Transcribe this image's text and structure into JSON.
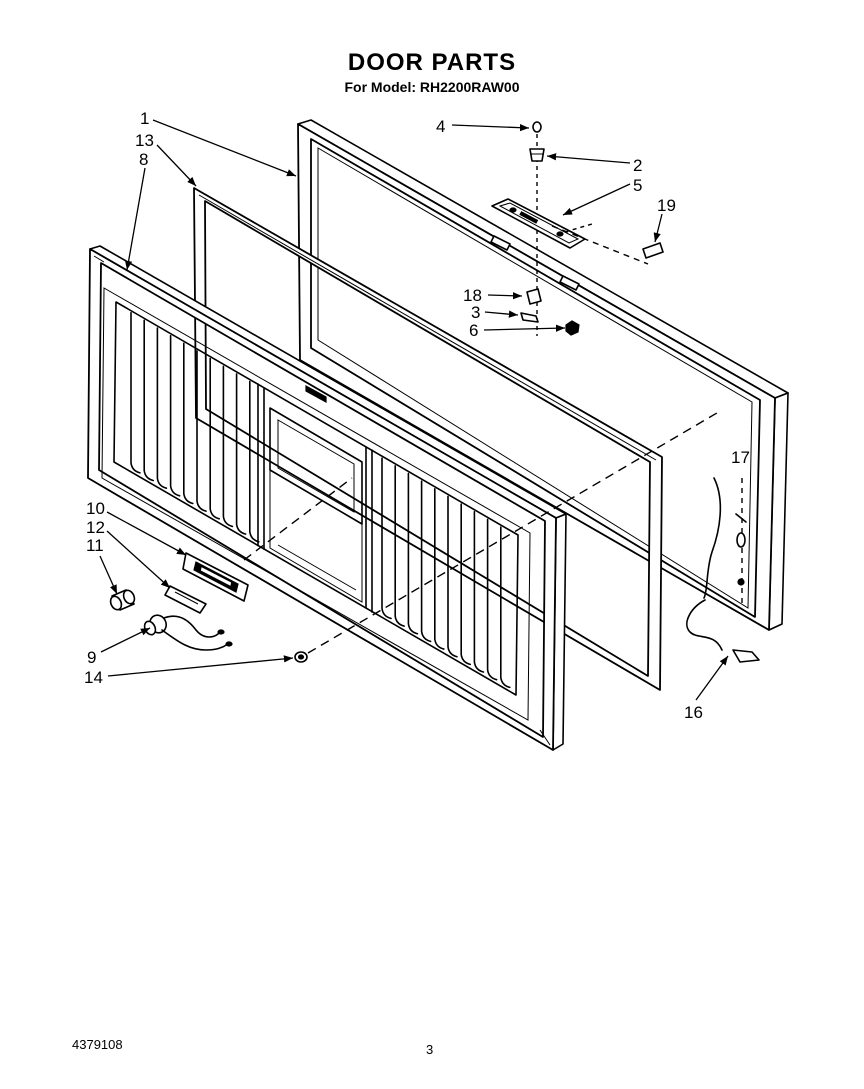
{
  "title": "DOOR PARTS",
  "subtitle": "For Model: RH2200RAW00",
  "callouts": {
    "p1": "1",
    "p13": "13",
    "p8": "8",
    "p4": "4",
    "p2": "2",
    "p5": "5",
    "p19": "19",
    "p18": "18",
    "p3": "3",
    "p6": "6",
    "p17": "17",
    "p10": "10",
    "p12": "12",
    "p11": "11",
    "p9": "9",
    "p14": "14",
    "p16": "16"
  },
  "footer": {
    "doc_number": "4379108",
    "page_number": "3"
  }
}
